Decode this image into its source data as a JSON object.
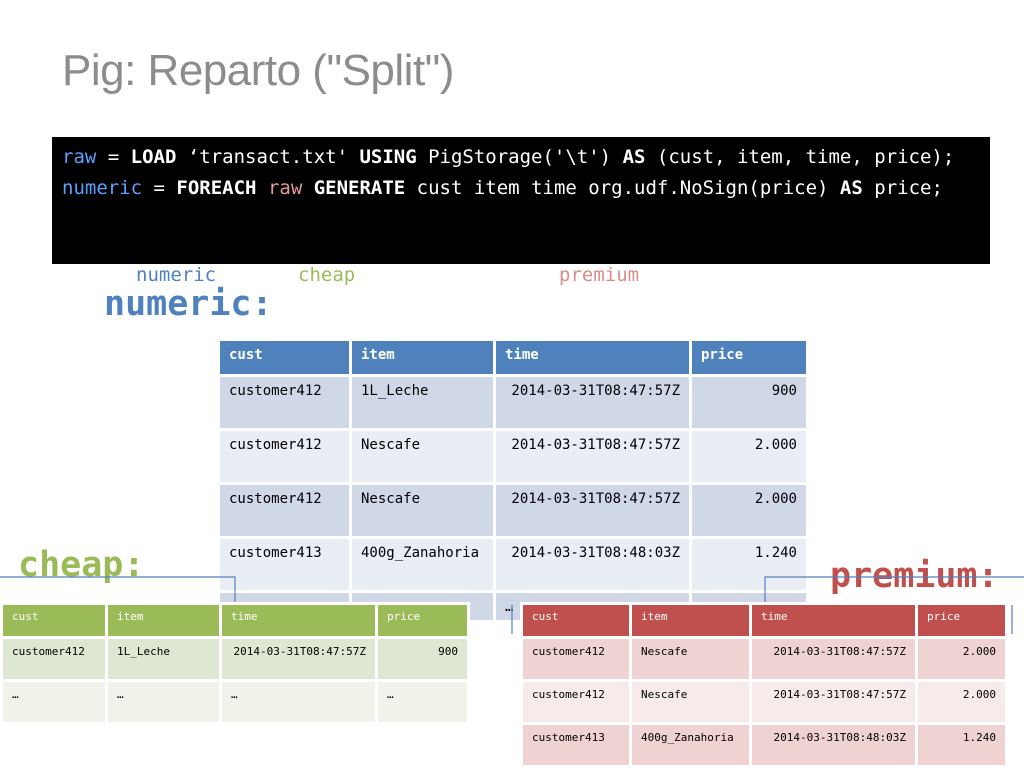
{
  "title": "Pig: Reparto (\"Split\")",
  "code": {
    "line1": {
      "var": "raw",
      "eq": " = ",
      "kw1": "LOAD",
      "mid1": " ‘transact.txt' ",
      "kw2": "USING",
      "mid2": " PigStorage('\\t') ",
      "kw3": "AS",
      "tail": " (cust, item, time, price);"
    },
    "line2": {
      "var": "numeric",
      "eq": " = ",
      "kw1": "FOREACH",
      "sp1": " ",
      "ref": "raw",
      "sp2": " ",
      "kw2": "GENERATE",
      "mid": " cust item time org.udf.NoSign(price) ",
      "kw3": "AS",
      "tail": " price;"
    }
  },
  "relations_line": {
    "numeric": "numeric",
    "cheap": "cheap",
    "premium": "premium"
  },
  "labels": {
    "numeric": "numeric:",
    "cheap": "cheap:",
    "premium": "premium:"
  },
  "colors": {
    "numeric": "#4f81bd",
    "cheap": "#9bbb59",
    "premium": "#c0504d"
  },
  "tables": {
    "numeric": {
      "headers": [
        "cust",
        "item",
        "time",
        "price"
      ],
      "rows": [
        [
          "customer412",
          "1L_Leche",
          "2014-03-31T08:47:57Z",
          "900"
        ],
        [
          "customer412",
          "Nescafe",
          "2014-03-31T08:47:57Z",
          "2.000"
        ],
        [
          "customer412",
          "Nescafe",
          "2014-03-31T08:47:57Z",
          "2.000"
        ],
        [
          "customer413",
          "400g_Zanahoria",
          "2014-03-31T08:48:03Z",
          "1.240"
        ],
        [
          "…",
          "…",
          "…",
          "…"
        ]
      ]
    },
    "cheap": {
      "headers": [
        "cust",
        "item",
        "time",
        "price"
      ],
      "rows": [
        [
          "customer412",
          "1L_Leche",
          "2014-03-31T08:47:57Z",
          "900"
        ],
        [
          "…",
          "…",
          "…",
          "…"
        ]
      ]
    },
    "premium": {
      "headers": [
        "cust",
        "item",
        "time",
        "price"
      ],
      "rows": [
        [
          "customer412",
          "Nescafe",
          "2014-03-31T08:47:57Z",
          "2.000"
        ],
        [
          "customer412",
          "Nescafe",
          "2014-03-31T08:47:57Z",
          "2.000"
        ],
        [
          "customer413",
          "400g_Zanahoria",
          "2014-03-31T08:48:03Z",
          "1.240"
        ]
      ]
    }
  }
}
